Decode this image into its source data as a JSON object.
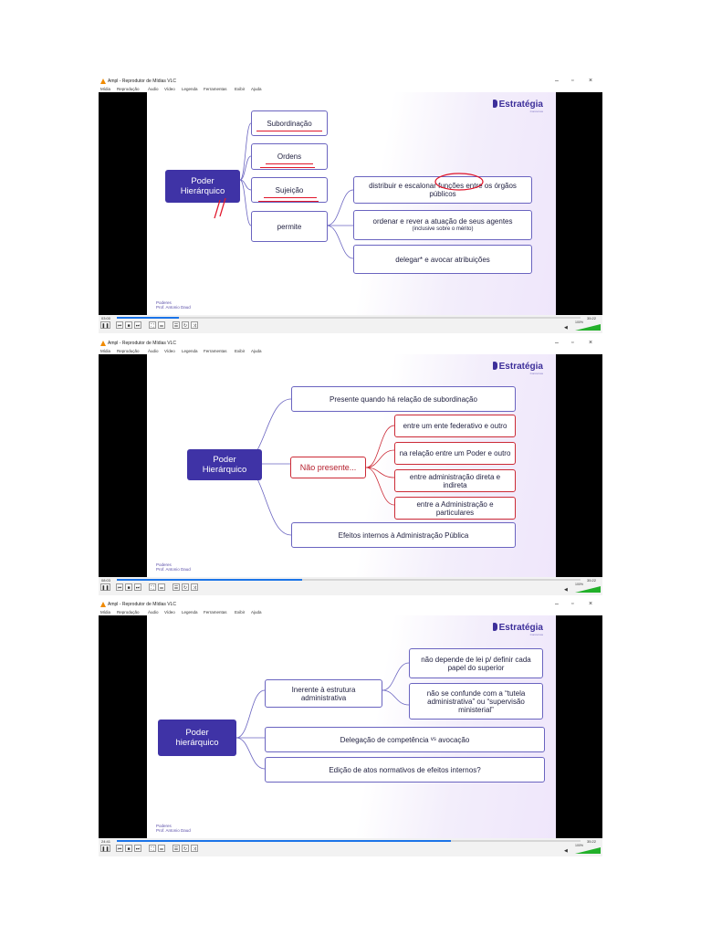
{
  "app": {
    "title": "Ampl - Reprodutor de Mídias VLC",
    "menu": [
      "Mídia",
      "Reprodução",
      "Áudio",
      "Vídeo",
      "Legenda",
      "Ferramentas",
      "Exibir",
      "Ajuda"
    ],
    "window_controls": [
      "–",
      "▫",
      "×"
    ]
  },
  "brand": {
    "name": "Estratégia",
    "sub": "Concursos"
  },
  "footer": {
    "line1": "Poderes",
    "line2": "Prof. Antonio Daud"
  },
  "volume": "100%",
  "frames": [
    {
      "time_elapsed": "03:00",
      "time_total": "35:22",
      "progress": 0.133,
      "main": "Poder Hierárquico",
      "items": [
        "Subordinação",
        "Ordens",
        "Sujeição",
        "permite"
      ],
      "sub_items": [
        {
          "text": "distribuir e escalonar funções entre os órgãos públicos",
          "note": ""
        },
        {
          "text": "ordenar e rever a atuação de seus agentes",
          "note": "(inclusive sobre o mérito)"
        },
        {
          "text": "delegar* e avocar atribuições",
          "note": ""
        }
      ]
    },
    {
      "time_elapsed": "08:03",
      "time_total": "35:22",
      "progress": 0.4,
      "main": "Poder Hierárquico",
      "top": "Presente quando há relação de subordinação",
      "middle": "Não presente...",
      "middle_items": [
        "entre um ente federativo e outro",
        "na relação entre um Poder e outro",
        "entre administração direta e indireta",
        "entre a Administração e particulares"
      ],
      "bottom": "Efeitos internos à Administração Pública"
    },
    {
      "time_elapsed": "24:41",
      "time_total": "35:22",
      "progress": 0.72,
      "main": "Poder hierárquico",
      "inerente": "Inerente à estrutura administrativa",
      "inerente_items": [
        "não depende de lei p/ definir cada papel do superior",
        "não se confunde com a “tutela administrativa” ou “supervisão ministerial”"
      ],
      "delegacao": "Delegação de competência",
      "vs": "vs",
      "avocacao": "avocação",
      "edicao": "Edição de atos normativos de efeitos internos?"
    }
  ]
}
